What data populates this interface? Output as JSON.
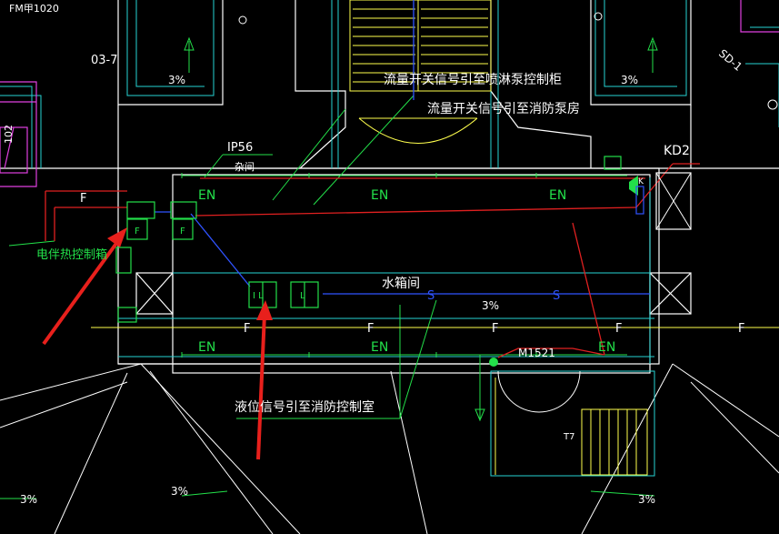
{
  "labels": {
    "fm_top_left": "FM甲1020",
    "grid_03_7": "03-7",
    "slope_top_left": "3%",
    "slope_top_right": "3%",
    "slope_center": "3%",
    "slope_bottom_left": "3%",
    "slope_bottom_mid": "3%",
    "slope_bottom_right": "3%",
    "flow_signal_sprinkler": "流量开关信号引至喷淋泵控制柜",
    "flow_signal_pump_room": "流量开关信号引至消防泵房",
    "ip56": "IP56",
    "storeroom": "杂间",
    "kd2": "KD2",
    "heat_tracing_box": "电伴热控制箱",
    "water_tank_room": "水箱间",
    "level_signal": "液位信号引至消防控制室",
    "door_code": "M1521",
    "stair_code": "T7",
    "vertical_code": "102",
    "pipe_tag_right": "SD-1",
    "k_label": "K",
    "en": "EN",
    "f": "F",
    "s": "S",
    "panel_l": "L",
    "panel_il": "I L"
  },
  "colors": {
    "background": "#000000",
    "wall_white": "#ffffff",
    "cyan": "#26d3d3",
    "green": "#23e04a",
    "red": "#e02020",
    "blue": "#2f53ff",
    "yellow": "#ffff4d",
    "magenta": "#e040e0",
    "arrow_red": "#e8201c"
  }
}
